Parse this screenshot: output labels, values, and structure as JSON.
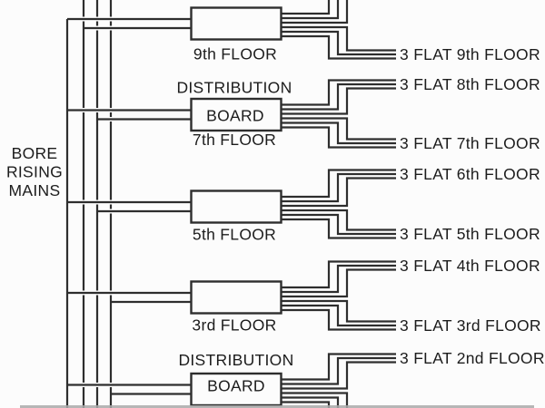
{
  "diagram": {
    "mains_label": {
      "line1": "BORE",
      "line2": "RISING",
      "line3": "MAINS"
    },
    "distribution_board_word1": "DISTRIBUTION",
    "distribution_board_word2": "BOARD",
    "boards": [
      {
        "floor": "9th FLOOR"
      },
      {
        "floor": "7th FLOOR"
      },
      {
        "floor": "5th FLOOR"
      },
      {
        "floor": "3rd FLOOR"
      }
    ],
    "flats": [
      {
        "label": "3 FLAT 9th FLOOR"
      },
      {
        "label": "3 FLAT 8th FLOOR"
      },
      {
        "label": "3 FLAT 7th FLOOR"
      },
      {
        "label": "3 FLAT 6th FLOOR"
      },
      {
        "label": "3 FLAT 5th FLOOR"
      },
      {
        "label": "3 FLAT 4th FLOOR"
      },
      {
        "label": "3 FLAT 3rd FLOOR"
      },
      {
        "label": "3 FLAT 2nd FLOOR"
      }
    ],
    "colors": {
      "line": "#2e2e2e",
      "text": "#1c1c1c",
      "background": "#fcfcfc",
      "bottom_band": "#a9a9a9"
    }
  }
}
